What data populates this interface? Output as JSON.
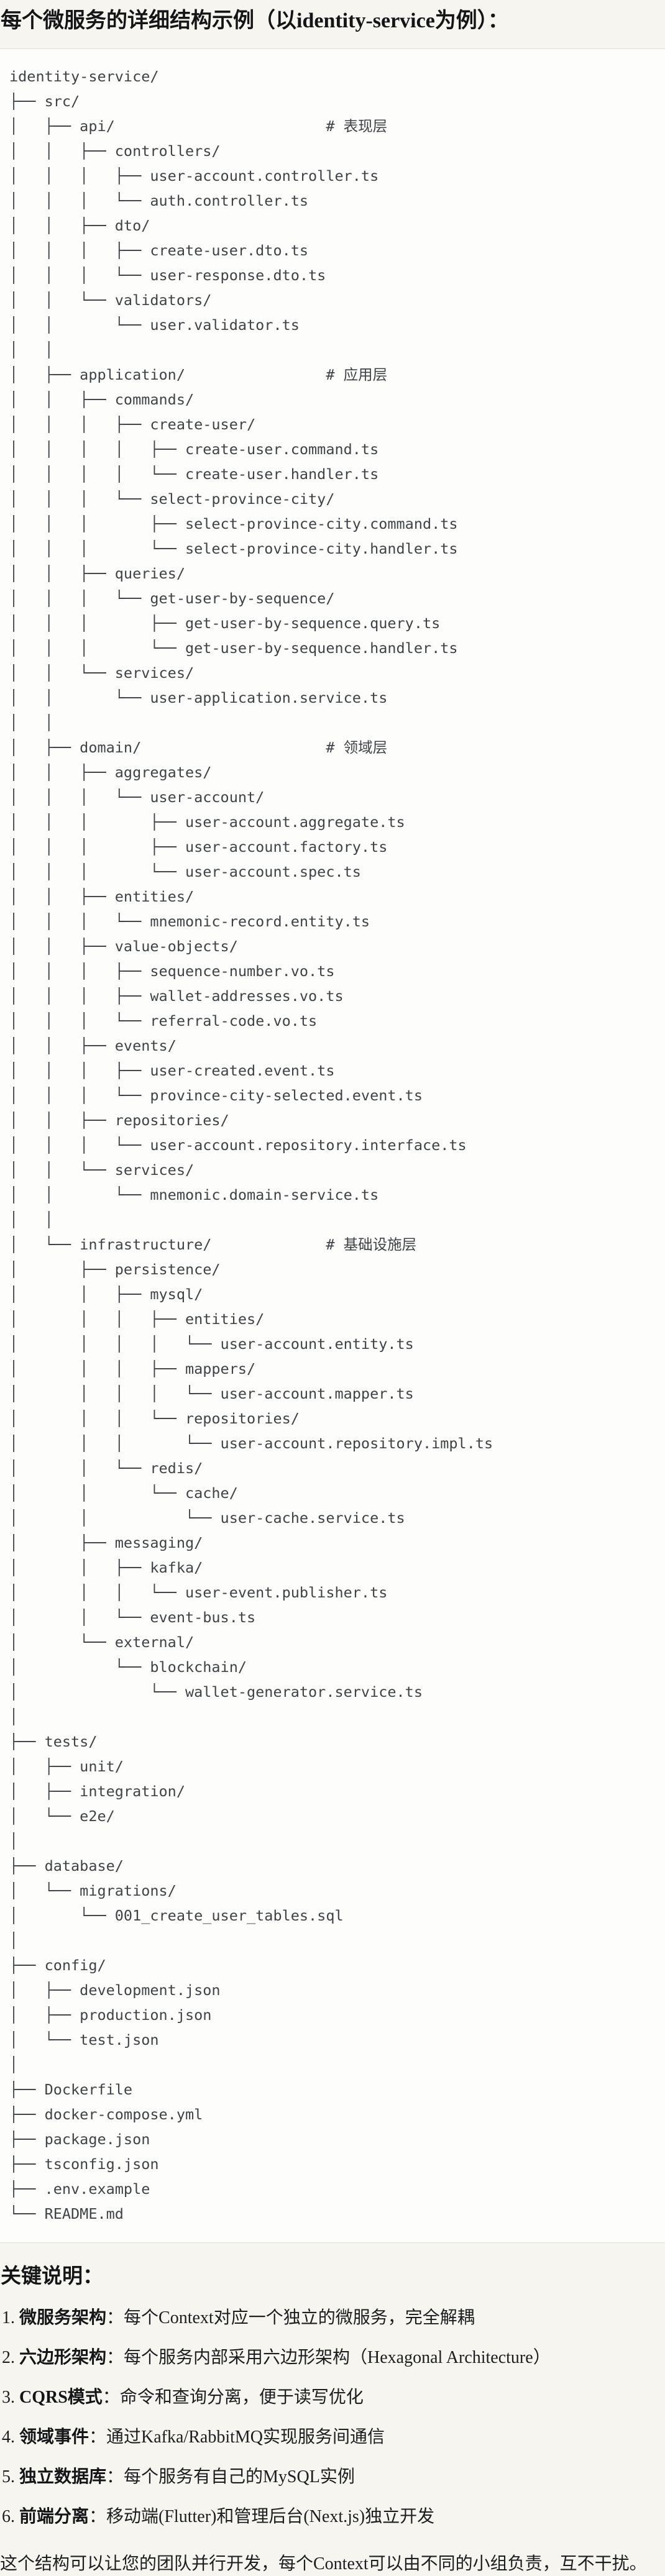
{
  "page": {
    "title": "每个微服务的详细结构示例（以identity-service为例）：",
    "section_heading": "关键说明：",
    "closing_paragraph": "这个结构可以让您的团队并行开发，每个Context可以由不同的小组负责，互不干扰。"
  },
  "tree": {
    "lines": [
      "identity-service/",
      "├── src/",
      "│   ├── api/                        # 表现层",
      "│   │   ├── controllers/",
      "│   │   │   ├── user-account.controller.ts",
      "│   │   │   └── auth.controller.ts",
      "│   │   ├── dto/",
      "│   │   │   ├── create-user.dto.ts",
      "│   │   │   └── user-response.dto.ts",
      "│   │   └── validators/",
      "│   │       └── user.validator.ts",
      "│   │",
      "│   ├── application/                # 应用层",
      "│   │   ├── commands/",
      "│   │   │   ├── create-user/",
      "│   │   │   │   ├── create-user.command.ts",
      "│   │   │   │   └── create-user.handler.ts",
      "│   │   │   └── select-province-city/",
      "│   │   │       ├── select-province-city.command.ts",
      "│   │   │       └── select-province-city.handler.ts",
      "│   │   ├── queries/",
      "│   │   │   └── get-user-by-sequence/",
      "│   │   │       ├── get-user-by-sequence.query.ts",
      "│   │   │       └── get-user-by-sequence.handler.ts",
      "│   │   └── services/",
      "│   │       └── user-application.service.ts",
      "│   │",
      "│   ├── domain/                     # 领域层",
      "│   │   ├── aggregates/",
      "│   │   │   └── user-account/",
      "│   │   │       ├── user-account.aggregate.ts",
      "│   │   │       ├── user-account.factory.ts",
      "│   │   │       └── user-account.spec.ts",
      "│   │   ├── entities/",
      "│   │   │   └── mnemonic-record.entity.ts",
      "│   │   ├── value-objects/",
      "│   │   │   ├── sequence-number.vo.ts",
      "│   │   │   ├── wallet-addresses.vo.ts",
      "│   │   │   └── referral-code.vo.ts",
      "│   │   ├── events/",
      "│   │   │   ├── user-created.event.ts",
      "│   │   │   └── province-city-selected.event.ts",
      "│   │   ├── repositories/",
      "│   │   │   └── user-account.repository.interface.ts",
      "│   │   └── services/",
      "│   │       └── mnemonic.domain-service.ts",
      "│   │",
      "│   └── infrastructure/             # 基础设施层",
      "│       ├── persistence/",
      "│       │   ├── mysql/",
      "│       │   │   ├── entities/",
      "│       │   │   │   └── user-account.entity.ts",
      "│       │   │   ├── mappers/",
      "│       │   │   │   └── user-account.mapper.ts",
      "│       │   │   └── repositories/",
      "│       │   │       └── user-account.repository.impl.ts",
      "│       │   └── redis/",
      "│       │       └── cache/",
      "│       │           └── user-cache.service.ts",
      "│       ├── messaging/",
      "│       │   ├── kafka/",
      "│       │   │   └── user-event.publisher.ts",
      "│       │   └── event-bus.ts",
      "│       └── external/",
      "│           └── blockchain/",
      "│               └── wallet-generator.service.ts",
      "│",
      "├── tests/",
      "│   ├── unit/",
      "│   ├── integration/",
      "│   └── e2e/",
      "│",
      "├── database/",
      "│   └── migrations/",
      "│       └── 001_create_user_tables.sql",
      "│",
      "├── config/",
      "│   ├── development.json",
      "│   ├── production.json",
      "│   └── test.json",
      "│",
      "├── Dockerfile",
      "├── docker-compose.yml",
      "├── package.json",
      "├── tsconfig.json",
      "├── .env.example",
      "└── README.md"
    ]
  },
  "key_points": [
    {
      "num": "1.",
      "label": "微服务架构",
      "colon": "：",
      "text": "每个Context对应一个独立的微服务，完全解耦"
    },
    {
      "num": "2.",
      "label": "六边形架构",
      "colon": "：",
      "text": "每个服务内部采用六边形架构（Hexagonal Architecture）"
    },
    {
      "num": "3.",
      "label": "CQRS模式",
      "colon": "：",
      "text": "命令和查询分离，便于读写优化"
    },
    {
      "num": "4.",
      "label": "领域事件",
      "colon": "：",
      "text": "通过Kafka/RabbitMQ实现服务间通信"
    },
    {
      "num": "5.",
      "label": "独立数据库",
      "colon": "：",
      "text": "每个服务有自己的MySQL实例"
    },
    {
      "num": "6.",
      "label": "前端分离",
      "colon": "：",
      "text": "移动端(Flutter)和管理后台(Next.js)独立开发"
    }
  ],
  "colors": {
    "page_bg": "#f6f5f0",
    "code_bg": "#fdfdfb",
    "code_border": "#e1e0db",
    "code_text": "#3e4347",
    "text": "#1c1d1f"
  }
}
